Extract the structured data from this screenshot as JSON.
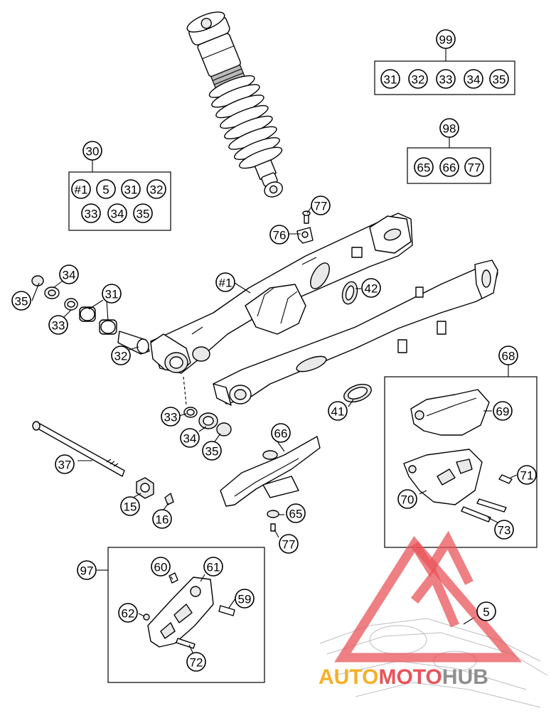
{
  "diagram": {
    "group_boxes": [
      {
        "id": "99",
        "items": [
          "31",
          "32",
          "33",
          "34",
          "35"
        ]
      },
      {
        "id": "98",
        "items": [
          "65",
          "66",
          "77"
        ]
      },
      {
        "id": "30",
        "items": [
          "#1",
          "5",
          "31",
          "32",
          "33",
          "34",
          "35"
        ]
      },
      {
        "id": "68",
        "items": [
          "69",
          "70",
          "71",
          "73"
        ]
      },
      {
        "id": "97",
        "items": [
          "60",
          "61",
          "59",
          "62",
          "72"
        ]
      }
    ],
    "callouts": [
      "77",
      "76",
      "#1",
      "42",
      "34",
      "35",
      "31",
      "33",
      "32",
      "41",
      "33",
      "34",
      "35",
      "66",
      "37",
      "15",
      "16",
      "65",
      "77",
      "69",
      "71",
      "70",
      "73",
      "60",
      "61",
      "59",
      "62",
      "72",
      "5"
    ]
  },
  "watermark": {
    "part1": "AUTO",
    "part2": "MOTO",
    "part3": "HUB",
    "color1": "#f5b02a",
    "color2": "#e8545a",
    "color3": "#8f8f8f"
  }
}
